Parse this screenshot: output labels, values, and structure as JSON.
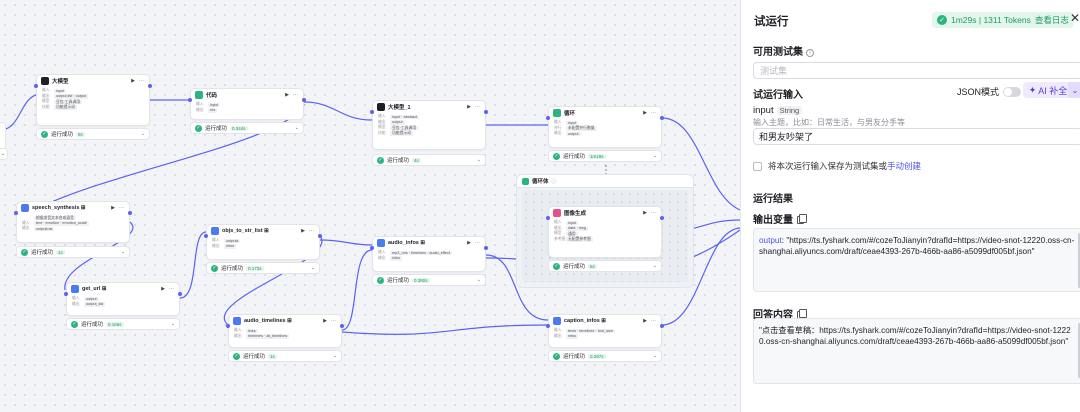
{
  "canvas": {
    "nodes": [
      {
        "id": "llm",
        "icon": "llm-icon",
        "iconClass": "ic-dark",
        "title": "大模型",
        "rows": [
          [
            "输入",
            "input"
          ],
          [
            "输出",
            "output,list · output"
          ],
          [
            "模型",
            "豆包·工具调用"
          ],
          [
            "技能",
            "功能提示词"
          ]
        ],
        "status": "运行成功",
        "duration": "9s"
      },
      {
        "id": "code",
        "icon": "code-icon",
        "iconClass": "ic-green",
        "title": "代码",
        "rows": [
          [
            "输入",
            "input"
          ],
          [
            "输出",
            "res"
          ]
        ],
        "status": "运行成功",
        "duration": "0.344s"
      },
      {
        "id": "llm1",
        "icon": "llm-icon",
        "iconClass": "ic-dark",
        "title": "大模型_1",
        "rows": [
          [
            "输入",
            "input · abstract"
          ],
          [
            "输出",
            "output"
          ],
          [
            "模型",
            "豆包·工具调用"
          ],
          [
            "技能",
            "功能提示词"
          ]
        ],
        "status": "运行成功",
        "duration": "4s"
      },
      {
        "id": "loop",
        "icon": "loop-icon",
        "iconClass": "ic-green",
        "title": "循环",
        "rows": [
          [
            "输入",
            "input"
          ],
          [
            "并行",
            "未配置并行数量"
          ],
          [
            "输出",
            "output"
          ]
        ],
        "status": "运行成功",
        "duration": "1m18s"
      },
      {
        "id": "tts",
        "icon": "speech-icon",
        "iconClass": "ic-blue",
        "title": "speech_synthesis ⊞",
        "rows": [
          [
            "",
            "根据发音文本合成语音"
          ],
          [
            "输入",
            "text · emotion · emotion_scale"
          ],
          [
            "输出",
            "outputList"
          ]
        ],
        "status": "运行成功",
        "duration": "1s"
      },
      {
        "id": "img",
        "icon": "image-icon",
        "iconClass": "ic-pink",
        "title": "图像生成",
        "rows": [
          [
            "输入",
            "input"
          ],
          [
            "输出",
            "data · msg"
          ],
          [
            "模型",
            "通用"
          ],
          [
            "参考图",
            "无配置参考图"
          ]
        ],
        "status": "运行成功",
        "duration": "6s"
      },
      {
        "id": "objs",
        "icon": "plugin-icon",
        "iconClass": "ic-blue",
        "title": "objs_to_str_list ⊞",
        "rows": [
          [
            "输入",
            "outputs"
          ],
          [
            "输出",
            "infos"
          ]
        ],
        "status": "运行成功",
        "duration": "0.173s"
      },
      {
        "id": "audioinfo",
        "icon": "plugin-icon",
        "iconClass": "ic-blue",
        "title": "audio_infos ⊞",
        "rows": [
          [
            "输入",
            "mp3_urls · timelines · audio_effect"
          ],
          [
            "输出",
            "infos"
          ]
        ],
        "status": "运行成功",
        "duration": "0.380s"
      },
      {
        "id": "geturl",
        "icon": "plugin-icon",
        "iconClass": "ic-blue",
        "title": "get_url ⊞",
        "rows": [
          [
            "输入",
            "output"
          ],
          [
            "输出",
            "output_list"
          ]
        ],
        "status": "运行成功",
        "duration": "0.166s"
      },
      {
        "id": "timelines",
        "icon": "plugin-icon",
        "iconClass": "ic-blue",
        "title": "audio_timelines ⊞",
        "rows": [
          [
            "输入",
            "links"
          ],
          [
            "输出",
            "timelines · all_timelines"
          ]
        ],
        "status": "运行成功",
        "duration": "1s"
      },
      {
        "id": "caption",
        "icon": "plugin-icon",
        "iconClass": "ic-blue",
        "title": "caption_infos ⊞",
        "rows": [
          [
            "输入",
            "texts · timelines · font_size"
          ],
          [
            "输出",
            "infos"
          ]
        ],
        "status": "运行成功",
        "duration": "0.297s"
      }
    ],
    "loop_body": {
      "title": "循环体"
    }
  },
  "panel": {
    "title": "试运行",
    "run_status": "1m29s | 1311 Tokens",
    "view_log": "查看日志",
    "testset_label": "可用测试集",
    "testset_placeholder": "测试集",
    "input_section": "试运行输入",
    "json_mode": "JSON模式",
    "ai_button": "AI 补全",
    "var_name": "input",
    "var_type": "String",
    "hint": "输入主题，比如：日常生活，与男友分手等",
    "input_value": "和男友吵架了",
    "save_text": "将本次运行输入保存为测试集或",
    "save_link": "手动创建",
    "result_section": "运行结果",
    "output_var_label": "输出变量",
    "output_key": "output",
    "output_value": ": \"https://ts.fyshark.com/#/cozeToJianyin?drafId=https://video-snot-12220.oss-cn-shanghai.aliyuncs.com/draft/ceae4393-267b-466b-aa86-a5099df005bf.json\"",
    "answer_label": "回答内容",
    "answer_value": "\"点击查看草稿：https://ts.fyshark.com/#/cozeToJianyin?drafId=https://video-snot-12220.oss-cn-shanghai.aliyuncs.com/draft/ceae4393-267b-466b-aa86-a5099df005bf.json\"",
    "colors": {
      "accent": "#4d53e8",
      "success": "#1c9c60",
      "edge": "#5b63f0"
    }
  }
}
